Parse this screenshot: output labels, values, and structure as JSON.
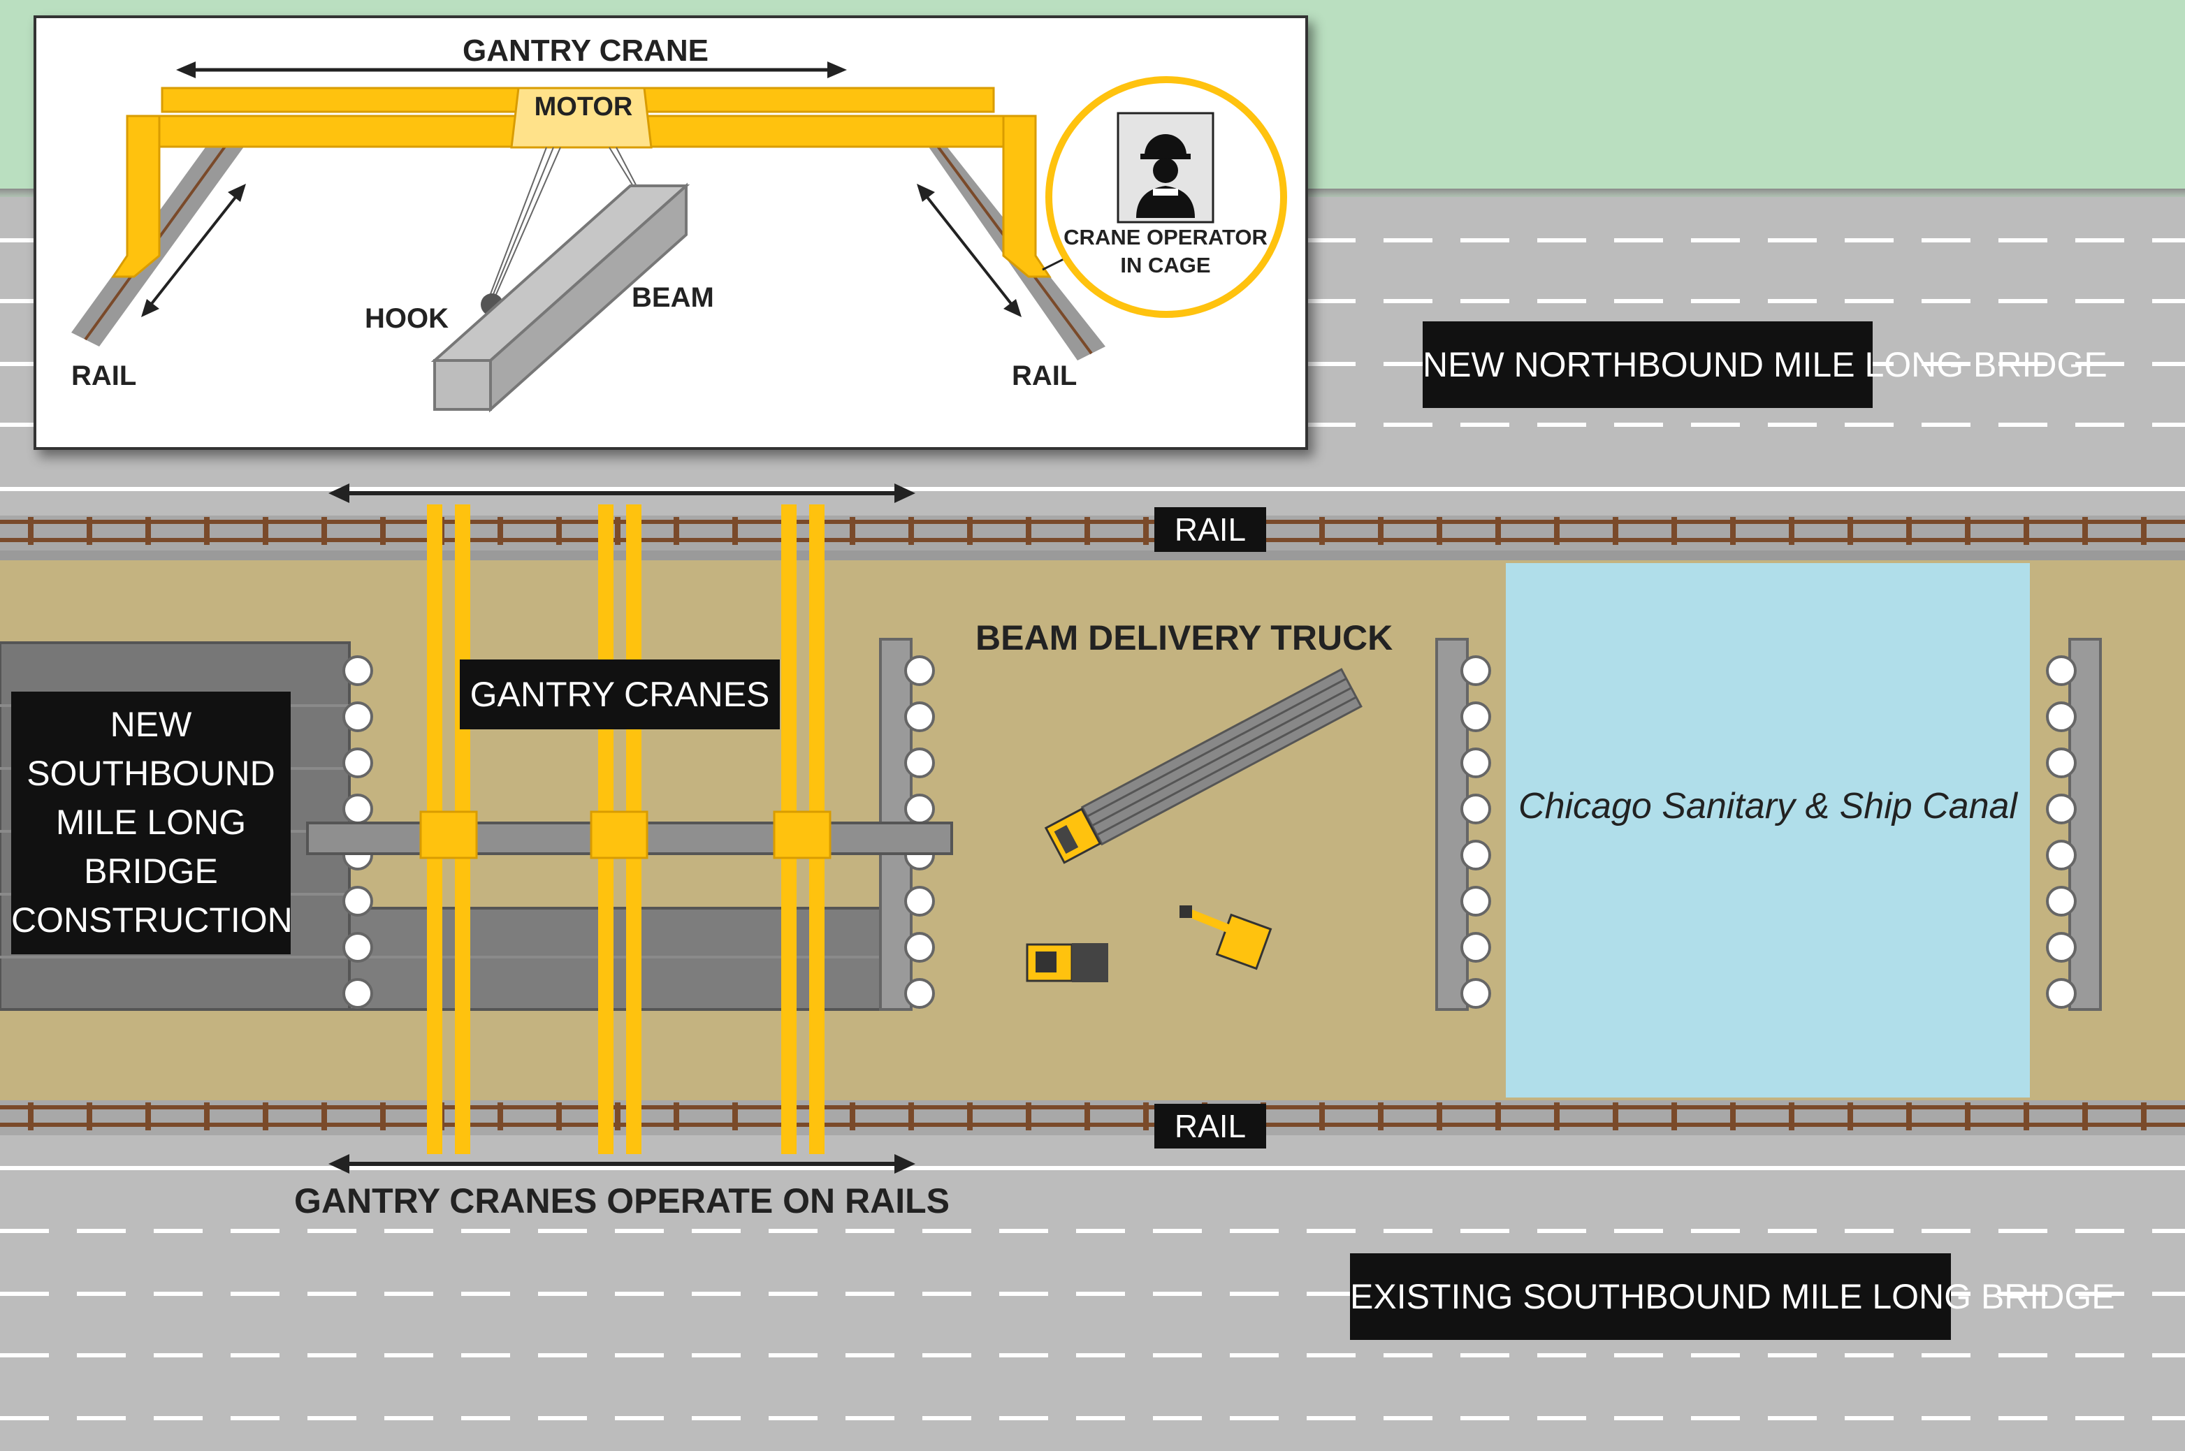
{
  "inset": {
    "title": "GANTRY CRANE",
    "motor": "MOTOR",
    "hook": "HOOK",
    "beam": "BEAM",
    "rail_left": "RAIL",
    "rail_right": "RAIL",
    "operator_line1": "CRANE OPERATOR",
    "operator_line2": "IN CAGE"
  },
  "site": {
    "northbound_bridge": "NEW NORTHBOUND MILE LONG BRIDGE",
    "southbound_existing": "EXISTING SOUTHBOUND MILE LONG BRIDGE",
    "rail_top": "RAIL",
    "rail_bottom": "RAIL",
    "gantry_cranes": "GANTRY CRANES",
    "operate_on_rails": "GANTRY CRANES OPERATE ON RAILS",
    "beam_delivery_truck": "BEAM DELIVERY TRUCK",
    "canal": "Chicago Sanitary & Ship Canal",
    "new_southbound": [
      "NEW",
      "SOUTHBOUND",
      "MILE LONG",
      "BRIDGE",
      "CONSTRUCTION"
    ]
  },
  "colors": {
    "crane_yellow": "#FFC20E",
    "ground_tan": "#C4B380",
    "canal_blue": "#B0DEEA",
    "grass_green": "#BADFC0",
    "road_gray": "#BCBCBC",
    "rail_brown": "#7A4A2A"
  }
}
